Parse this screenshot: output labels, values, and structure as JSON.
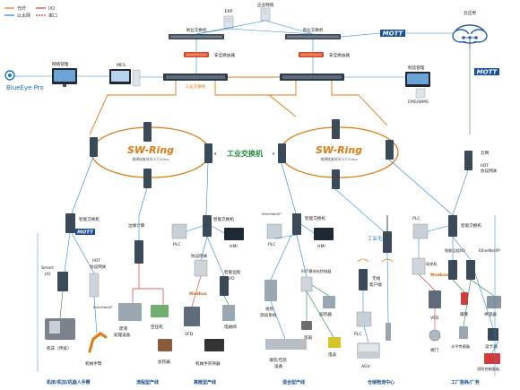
{
  "legend": {
    "items": [
      {
        "label": "光纤",
        "color": "#e07a10"
      },
      {
        "label": "以太网",
        "color": "#2a88d4"
      },
      {
        "label": "I/O",
        "color": "#1d8a3a"
      },
      {
        "label": "串口",
        "color": "#d23c3c"
      }
    ]
  },
  "top": {
    "erp": "ERP",
    "enterprise_net": "企业网络",
    "business_switch_left": "商业交换机",
    "business_switch_right": "商业交换机",
    "cloud": "云应用",
    "security_router_left": "安全路由器",
    "security_router_right": "安全路由器",
    "network_mgmt": "网络管理",
    "mes": "MES",
    "manufacturing_mgmt": "制造管理",
    "ems_wms": "EMS/WMS",
    "brand_name": "BlueEye Pro",
    "industrial_switch_bar": "工业交换机",
    "mott_logo": "MOTT"
  },
  "rings": {
    "left": {
      "title": "SW-Ring",
      "subtitle": "故障恢复时间小于20ms"
    },
    "right": {
      "title": "SW-Ring",
      "subtitle": "故障恢复时间小于20ms"
    },
    "center_label": "工业交换机"
  },
  "right_top": {
    "cloud_net": "云网",
    "iiot_protocol": "IIOT\n协议网关"
  },
  "devices": {
    "smart_switch_1": "智能交换机",
    "iiot_gateway": "IIOT\n协议网关",
    "smart_io": "Smart\nI/O",
    "machine_tool": "机床（传统）",
    "robot_arm": "机械手臂",
    "edge_compute": "边缘计算",
    "wastewater": "废液\n处理设备",
    "air_compressor": "空压机",
    "heating_furnace": "加热器",
    "plc_1": "PLC",
    "hmi_1": "HMI",
    "smart_switch_2": "智能交换机",
    "protocol_gateway": "协议网关",
    "smart_remote_io": "智能远程\nI/O",
    "vfd_1": "VFD",
    "motor": "电磁阀",
    "robot_controller": "机械手夹持器",
    "modbus": "Modbus",
    "ethernet_ip": "EtherNet/IP",
    "plc_2": "PLC",
    "hmi_2": "HMI",
    "smart_switch_3": "智能交换机",
    "iiot_controller": "IIOT模块化控制器",
    "heater_2": "加热器",
    "vision_system": "视觉\n测试系统",
    "fan": "风扇",
    "motor_2": "电表",
    "weighing": "灌装/包装\n设备",
    "wireless_industrial": "工业无线",
    "wireless_client": "无线\n客户端",
    "plc_3": "PLC",
    "agv": "AGV",
    "plc_4": "PLC",
    "smart_switch_4": "智能交换机",
    "smart_remote_io_2": "智能远程I/O",
    "protocol_gw_2": "网关机",
    "vfd_2": "VFD",
    "valve": "阀门",
    "water_pump": "水平传感器",
    "alarm": "报警",
    "oven": "烘温器",
    "reader": "读卡器",
    "fire_control": "消防控制面板",
    "mott_badge": "MOTT",
    "ethernet_ip_2": "EtherNet/IP",
    "modbus_2": "Modbus"
  },
  "captions": [
    "机床/机加/机器人手臂",
    "流程型产线",
    "离散型产线",
    "混合型产线",
    "仓储物流中心",
    "工厂能耗/厂务"
  ]
}
